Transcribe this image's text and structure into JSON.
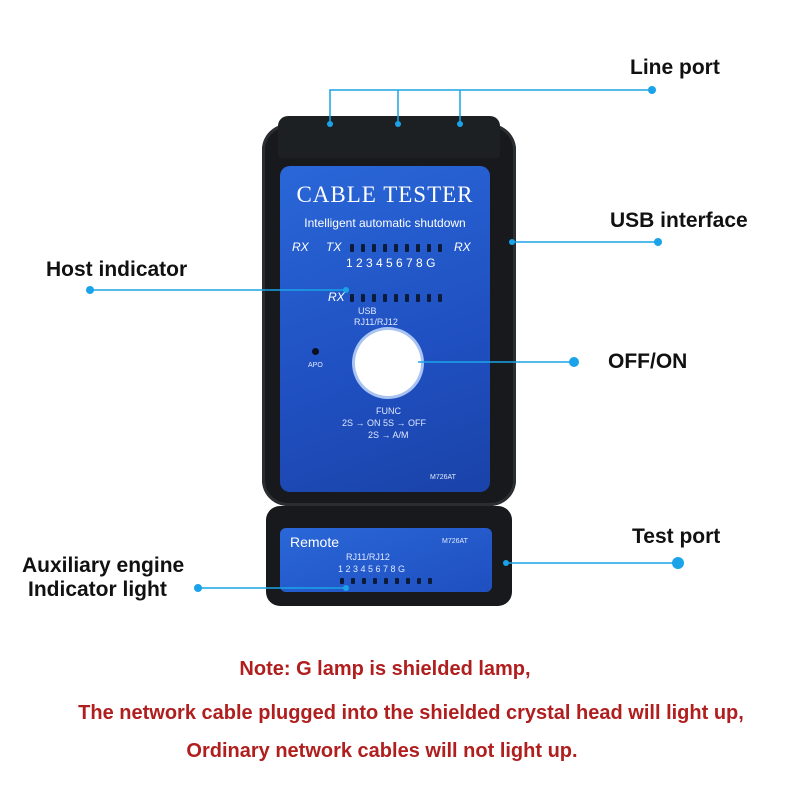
{
  "callouts": {
    "line_port": "Line port",
    "usb_interface": "USB interface",
    "host_indicator": "Host indicator",
    "off_on": "OFF/ON",
    "test_port": "Test port",
    "aux_line1": "Auxiliary engine",
    "aux_line2": "Indicator light"
  },
  "device": {
    "title": "CABLE TESTER",
    "subtitle": "Intelligent automatic shutdown",
    "rx_left": "RX",
    "tx": "TX",
    "rx_right": "RX",
    "pin_digits": "1 2 3 4 5 6 7 8 G",
    "rx_mid": "RX",
    "usb": "USB",
    "rj11_rj12": "RJ11/RJ12",
    "apo": "APO",
    "func": "FUNC",
    "func_line1": "2S → ON   5S → OFF",
    "func_line2": "2S → A/M",
    "model": "M726AT"
  },
  "remote": {
    "label": "Remote",
    "model": "M726AT",
    "rj11_rj12": "RJ11/RJ12",
    "pin_digits": "1 2 3 4 5 6 7 8 G"
  },
  "note": {
    "line1": "Note: G lamp is shielded lamp,",
    "line2": "The network cable plugged into the shielded crystal head will light up,",
    "line3": "Ordinary network cables will not light up."
  },
  "colors": {
    "callout_line": "#1aa3e8",
    "note_text": "#b01e1e",
    "panel_blue": "#1f4fc0"
  }
}
